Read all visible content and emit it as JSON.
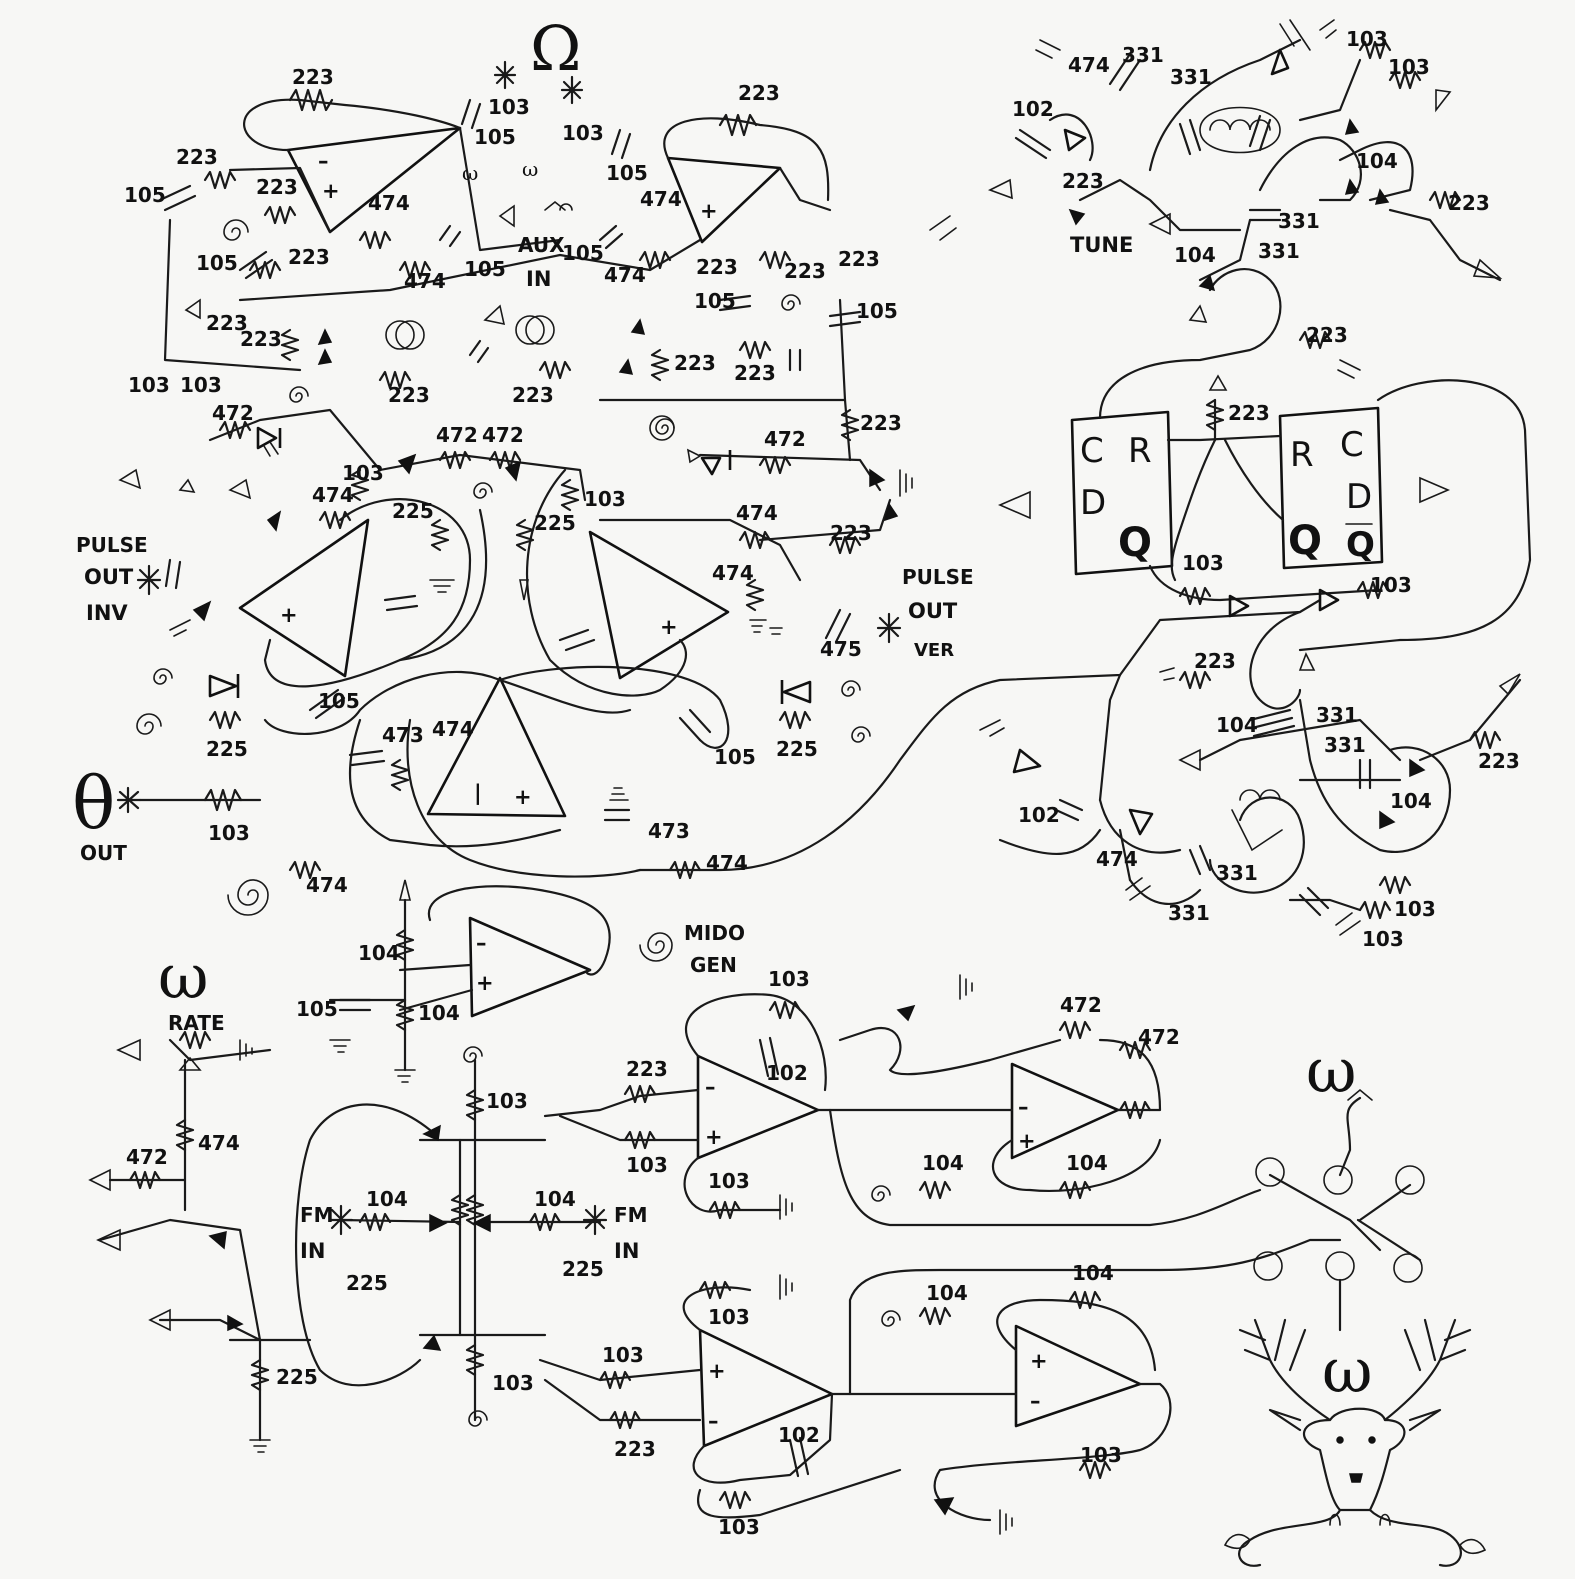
{
  "labels": {
    "omega_top": "Ω",
    "theta": "θ",
    "theta_out": "OUT",
    "omega_rate": "ω",
    "rate": "RATE",
    "omega_right": "ω",
    "omega_deer": "ω",
    "omega_small_left": "ω",
    "omega_small_right": "ω",
    "aux": "AUX",
    "aux_in": "IN",
    "pulse_inv_1": "PULSE",
    "pulse_inv_2": "OUT",
    "pulse_inv_3": "INV",
    "pulse_ver_1": "PULSE",
    "pulse_ver_2": "OUT",
    "pulse_ver_3": "VER",
    "tune": "TUNE",
    "mido": "MIDO",
    "gen": "GEN",
    "fm_left_1": "FM",
    "fm_left_2": "IN",
    "fm_right_1": "FM",
    "fm_right_2": "IN"
  },
  "flipflop": {
    "left": {
      "c": "C",
      "r": "R",
      "d": "D",
      "q": "Q"
    },
    "right": {
      "r": "R",
      "c": "C",
      "d": "D",
      "q": "Q",
      "qbar": "Q"
    }
  },
  "component_values": [
    "223",
    "103",
    "105",
    "103",
    "223",
    "223",
    "105",
    "223",
    "474",
    "105",
    "223",
    "474",
    "105",
    "105",
    "474",
    "105",
    "474",
    "223",
    "105",
    "223",
    "223",
    "223",
    "105",
    "223",
    "223",
    "223",
    "103",
    "103",
    "223",
    "223",
    "472",
    "472",
    "472",
    "103",
    "474",
    "225",
    "225",
    "103",
    "223",
    "472",
    "474",
    "474",
    "223",
    "475",
    "105",
    "225",
    "473",
    "474",
    "105",
    "225",
    "103",
    "474",
    "473",
    "474",
    "474",
    "331",
    "331",
    "102",
    "223",
    "104",
    "223",
    "331",
    "104",
    "331",
    "103",
    "103",
    "223",
    "223",
    "103",
    "103",
    "223",
    "104",
    "331",
    "331",
    "104",
    "223",
    "102",
    "474",
    "331",
    "331",
    "103",
    "103",
    "104",
    "104",
    "105",
    "103",
    "223",
    "102",
    "472",
    "472",
    "103",
    "103",
    "103",
    "104",
    "104",
    "474",
    "472",
    "104",
    "225",
    "104",
    "225",
    "225",
    "103",
    "103",
    "223",
    "102",
    "103",
    "104",
    "104",
    "103",
    "103"
  ]
}
